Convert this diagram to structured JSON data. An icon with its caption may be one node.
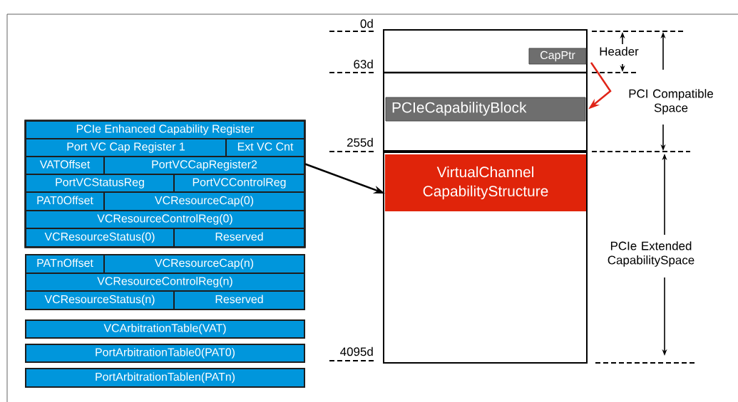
{
  "diagram": {
    "nodes": [
      {
        "text": [],
        "shape": "box"
      },
      {
        "text": [
          "PCIe Enhanced Capability Register"
        ],
        "in": 0
      },
      {
        "text": [
          "Port VC Cap Register 1"
        ],
        "in": 0
      },
      {
        "text": [
          "Ext VC Cnt"
        ],
        "in": 0
      },
      {
        "text": [
          "VATOffset"
        ],
        "in": 0
      },
      {
        "text": [
          "PortVCCapRegister2"
        ],
        "in": 0
      },
      {
        "text": [
          "PortVCStatusReg"
        ],
        "in": 0
      },
      {
        "text": [
          "PortVCControlReg"
        ],
        "in": 0
      },
      {
        "text": [
          "PAT0Offset"
        ],
        "in": 0
      },
      {
        "text": [
          "VCResourceCap(0)"
        ],
        "in": 0
      },
      {
        "text": [
          "VCResourceControlReg(0)"
        ],
        "in": 0
      },
      {
        "text": [
          "VCResourceStatus(0)"
        ],
        "in": 0
      },
      {
        "text": [
          "Reserved"
        ],
        "in": 0
      },
      {
        "text": [
          "PATnOffset"
        ]
      },
      {
        "text": [
          "VCResourceCap(n)"
        ]
      },
      {
        "text": [
          "VCResourceControlReg(n)"
        ]
      },
      {
        "text": [
          "VCResourceStatus(n)"
        ]
      },
      {
        "text": [
          "Reserved"
        ]
      },
      {
        "text": [
          "VCArbitrationTable(VAT)"
        ]
      },
      {
        "text": [
          "PortArbitrationTable0(PAT0)"
        ]
      },
      {
        "text": [
          "PortArbitrationTablen(PATn)"
        ]
      },
      {
        "text": [],
        "shape": "box"
      },
      {
        "text": [
          "CapPtr"
        ],
        "in": 21
      },
      {
        "text": [
          "PCIeCapabilityBlock"
        ],
        "in": 21
      },
      {
        "text": [
          "VirtualChannel CapabilityStructure"
        ],
        "in": 21
      }
    ],
    "edges": [
      {
        "from": 0,
        "to": 24,
        "arrow": "to"
      },
      {
        "from": 22,
        "to": 23,
        "arrow": "to",
        "color": "#e02418"
      }
    ],
    "labels": [
      "0d",
      "63d",
      "255d",
      "4095d",
      "Header",
      "PCI Compatible Space",
      "PCIe Extended CapabilitySpace"
    ]
  }
}
